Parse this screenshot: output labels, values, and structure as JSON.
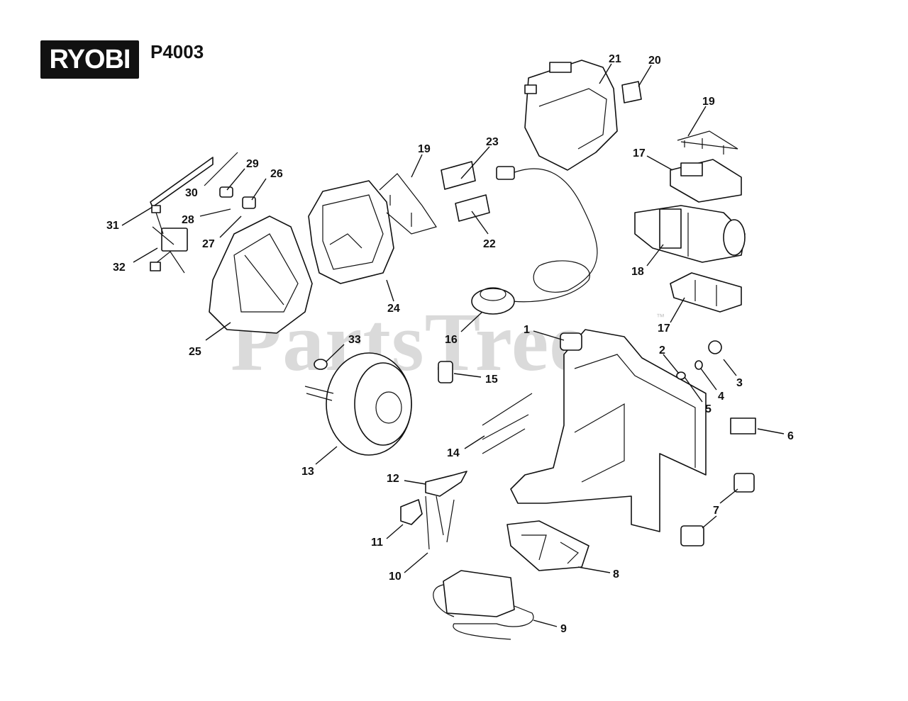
{
  "brand": "RYOBI",
  "model": "P4003",
  "watermark": "PartsTree",
  "watermark_tm": "™",
  "callouts": [
    "1",
    "2",
    "3",
    "4",
    "5",
    "6",
    "7",
    "8",
    "9",
    "10",
    "11",
    "12",
    "13",
    "14",
    "15",
    "16",
    "17",
    "17",
    "18",
    "19",
    "19",
    "20",
    "21",
    "22",
    "23",
    "24",
    "25",
    "26",
    "27",
    "28",
    "29",
    "30",
    "31",
    "32",
    "33"
  ]
}
